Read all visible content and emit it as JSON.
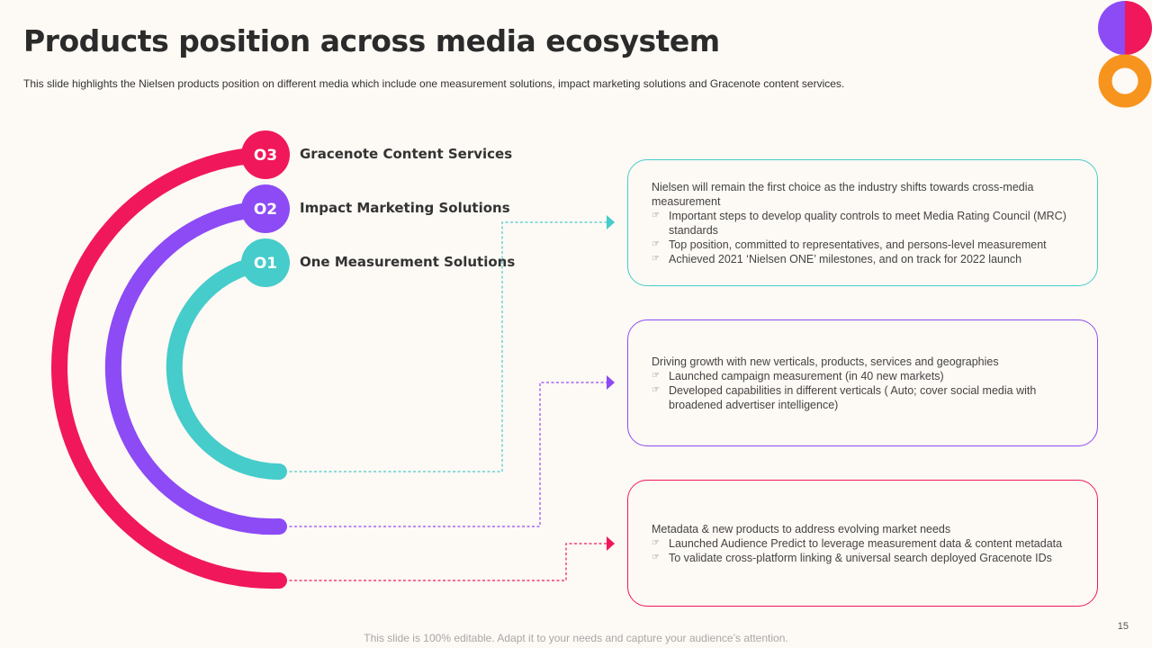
{
  "header": {
    "title": "Products position across media ecosystem",
    "subtitle": "This slide highlights the Nielsen products position on different media which include one measurement solutions, impact marketing solutions and Gracenote content services."
  },
  "products": [
    {
      "number": "O3",
      "label": "Gracenote Content Services",
      "color": "#f0185a"
    },
    {
      "number": "O2",
      "label": "Impact Marketing Solutions",
      "color": "#8c4bf5"
    },
    {
      "number": "O1",
      "label": "One Measurement Solutions",
      "color": "#45cccb"
    }
  ],
  "cards": [
    {
      "border_color": "#45cccb",
      "heading": "Nielsen will remain the first choice as the industry shifts towards cross-media measurement",
      "bullets": [
        "Important steps to develop quality controls to meet Media Rating Council (MRC) standards",
        "Top position, committed to representatives, and persons-level measurement",
        "Achieved 2021 ‘Nielsen ONE’ milestones, and on track for 2022 launch"
      ]
    },
    {
      "border_color": "#8c4bf5",
      "heading": "Driving growth with new verticals, products, services and geographies",
      "bullets": [
        "Launched campaign measurement (in 40 new markets)",
        "Developed capabilities in different verticals ( Auto; cover social media with broadened advertiser intelligence)"
      ]
    },
    {
      "border_color": "#f0185a",
      "heading": "Metadata & new products to address evolving market needs",
      "bullets": [
        "Launched Audience Predict to leverage measurement data & content metadata",
        "To validate cross-platform linking & universal search deployed Gracenote IDs"
      ]
    }
  ],
  "bullet_glyph": "☞",
  "footer": {
    "note": "This slide is 100% editable. Adapt it to your needs and capture your audience’s attention.",
    "page_number": "15"
  },
  "decor_colors": {
    "magenta": "#f0185a",
    "purple": "#8c4bf5",
    "orange": "#f7941d"
  }
}
